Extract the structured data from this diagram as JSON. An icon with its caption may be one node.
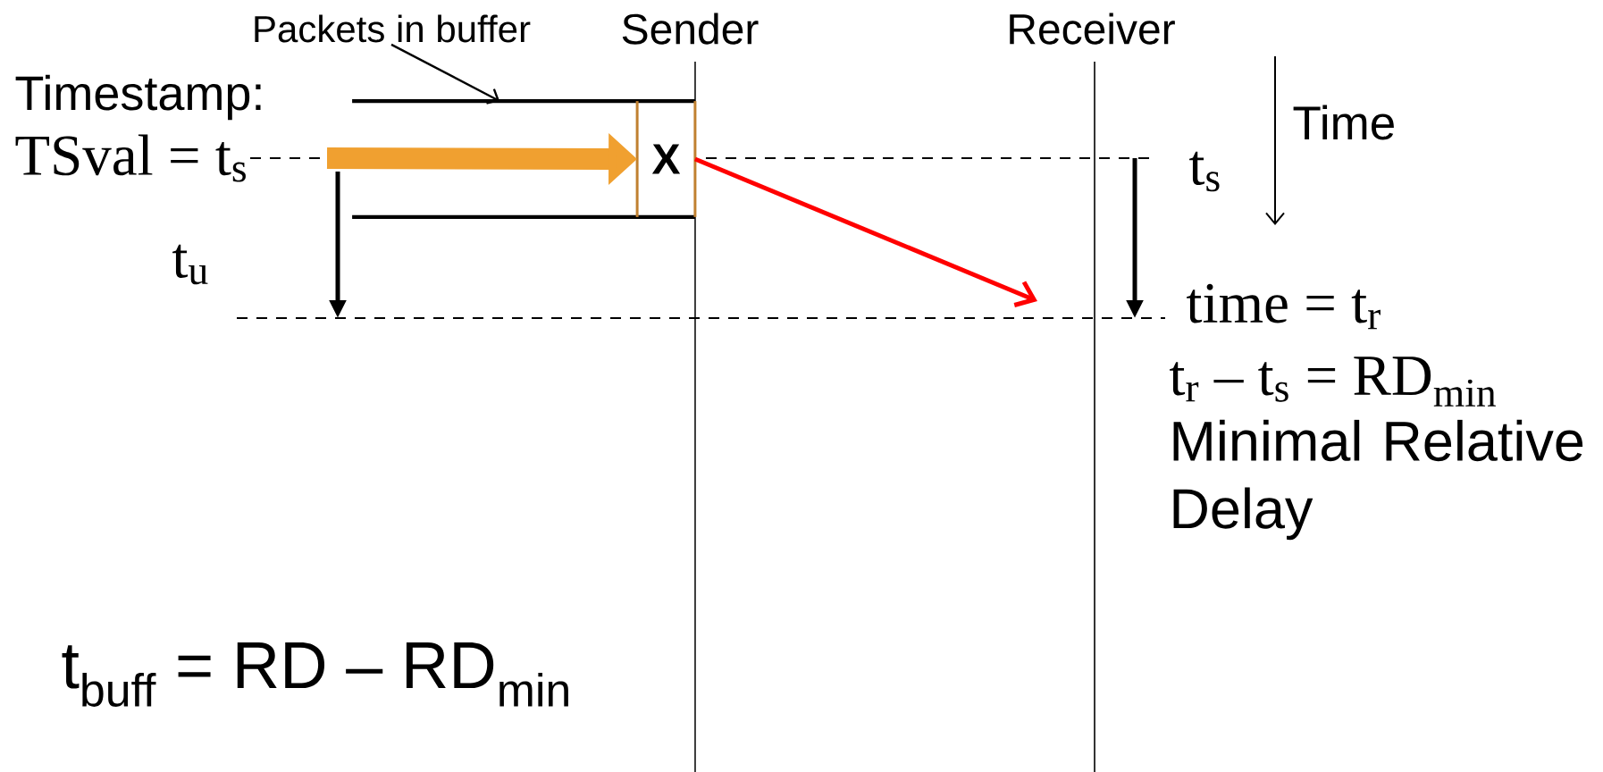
{
  "diagram": {
    "nodes": [
      {
        "text": [
          "Packets in buffer"
        ]
      },
      {
        "text": [],
        "shape": "box"
      },
      {
        "text": [
          "X"
        ],
        "in": 1
      }
    ],
    "edges": [
      {
        "from": 0,
        "to": 1,
        "arrow": "to"
      },
      {
        "from": null,
        "to": 2,
        "arrow": "to",
        "style": "thick",
        "color": "#f0a030"
      },
      {
        "from": 2,
        "to": null,
        "arrow": "to",
        "color": "#ff0000"
      }
    ],
    "labels": [
      "Sender",
      "Receiver",
      "Timestamp:",
      "TSval = t$_{s}$",
      "Time",
      "t$_{s}$",
      "t$_{u}$",
      "time = t$_{r}$",
      "t$_{r}$ – t$_{s}$ = RD$_{min}$",
      "Minimal Relative Delay",
      "t$_{buff}$ = RD – RD$_{min}$"
    ]
  }
}
